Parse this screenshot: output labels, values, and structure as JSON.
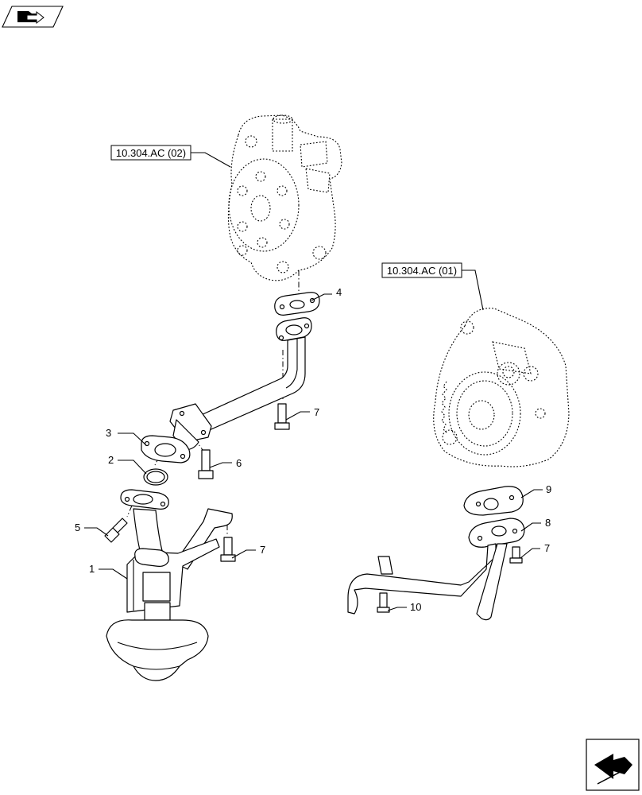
{
  "references": {
    "ref_upper": "10.304.AC (02)",
    "ref_right": "10.304.AC (01)"
  },
  "callouts": [
    {
      "key": "c1",
      "text": "1"
    },
    {
      "key": "c2",
      "text": "2"
    },
    {
      "key": "c3",
      "text": "3"
    },
    {
      "key": "c4",
      "text": "4"
    },
    {
      "key": "c5",
      "text": "5"
    },
    {
      "key": "c6",
      "text": "6"
    },
    {
      "key": "c7a",
      "text": "7"
    },
    {
      "key": "c7b",
      "text": "7"
    },
    {
      "key": "c7c",
      "text": "7"
    },
    {
      "key": "c8",
      "text": "8"
    },
    {
      "key": "c9",
      "text": "9"
    },
    {
      "key": "c10",
      "text": "10"
    }
  ],
  "icons": {
    "top_left": "folder-arrow-icon",
    "bottom_right": "next-page-arrow-icon"
  }
}
